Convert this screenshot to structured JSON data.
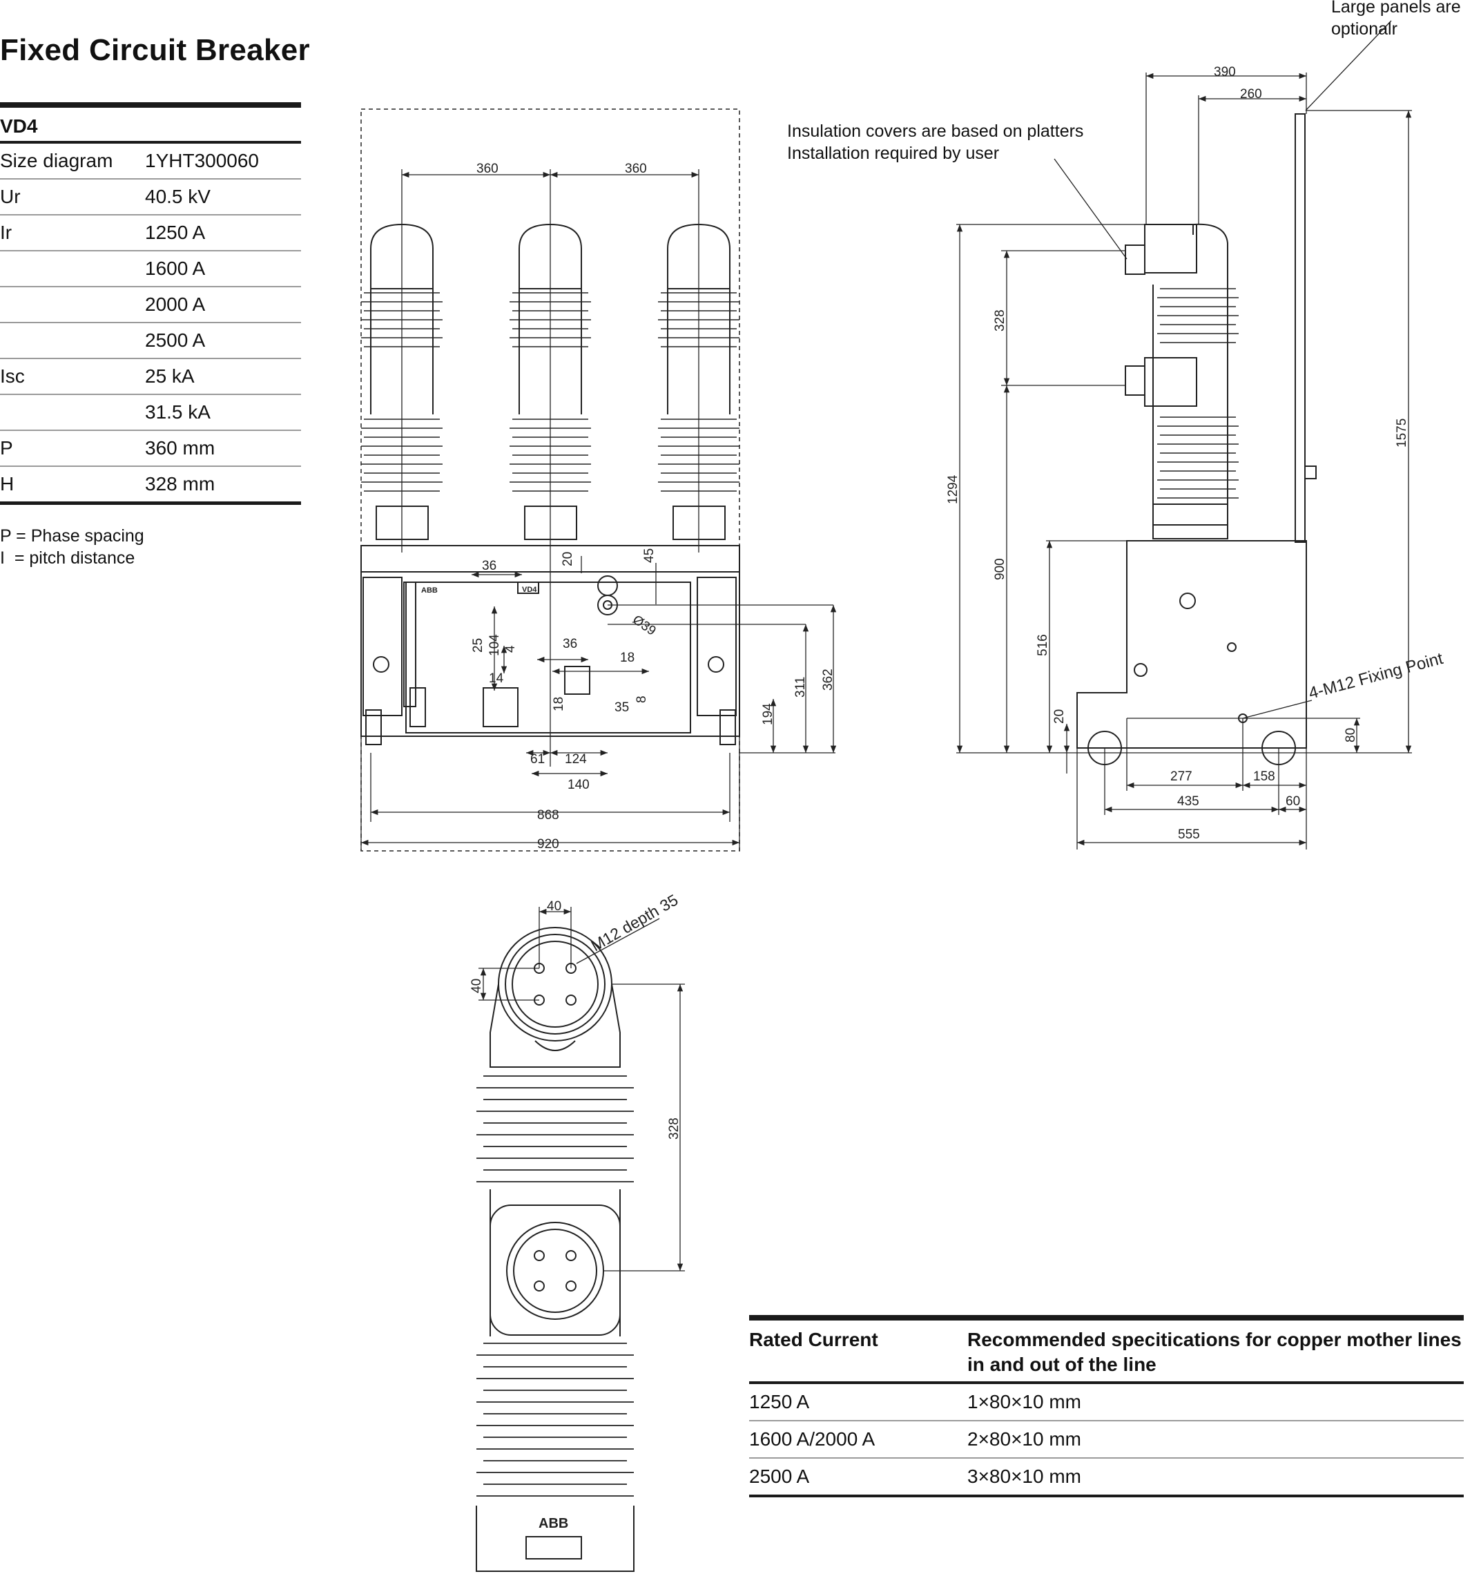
{
  "title": "Fixed Circuit Breaker",
  "spec_table": {
    "header": "VD4",
    "rows": [
      {
        "k": "Size diagram",
        "v": "1YHT300060"
      },
      {
        "k": "Ur",
        "v": "40.5 kV"
      },
      {
        "k": "Ir",
        "v": "1250 A"
      },
      {
        "k": "",
        "v": "1600 A"
      },
      {
        "k": "",
        "v": "2000 A"
      },
      {
        "k": "",
        "v": "2500 A"
      },
      {
        "k": "Isc",
        "v": "25 kA"
      },
      {
        "k": "",
        "v": "31.5 kA"
      },
      {
        "k": "P",
        "v": "360 mm"
      },
      {
        "k": "H",
        "v": "328 mm"
      }
    ]
  },
  "notes": [
    "P = Phase spacing",
    "I  = pitch distance"
  ],
  "callouts": {
    "large_panels": "Large panels are\noptionalr",
    "insulation": "Insulation covers are based on platters\nInstallation required by user",
    "fixing": "4-M12 Fixing Point",
    "m12": "M12 depth 35"
  },
  "front_dims": {
    "d360a": "360",
    "d360b": "360",
    "d36": "36",
    "d20": "20",
    "d45": "45",
    "d39": "Ø39",
    "d25": "25",
    "d104": "104",
    "d4": "4",
    "d14": "14",
    "d36b": "36",
    "d18a": "18",
    "d18b": "18",
    "d8": "8",
    "d35": "35",
    "d61": "61",
    "d124": "124",
    "d140": "140",
    "d194": "194",
    "d311": "311",
    "d362": "362",
    "d868": "868",
    "d920": "920"
  },
  "side_dims": {
    "d390": "390",
    "d260": "260",
    "d1294": "1294",
    "d328": "328",
    "d900": "900",
    "d516": "516",
    "d20": "20",
    "d1575": "1575",
    "d80": "80",
    "d277": "277",
    "d158": "158",
    "d435": "435",
    "d60": "60",
    "d555": "555"
  },
  "top_dims": {
    "d40a": "40",
    "d40b": "40",
    "d328": "328"
  },
  "labels": {
    "abb": "ABB",
    "vd4": "VD4"
  },
  "rec_table": {
    "headers": [
      "Rated Current",
      "Recommended specitications for copper mother lines in and out of the line"
    ],
    "rows": [
      [
        "1250 A",
        "1×80×10 mm"
      ],
      [
        "1600 A/2000 A",
        "2×80×10  mm"
      ],
      [
        "2500 A",
        "3×80×10 mm"
      ]
    ]
  }
}
